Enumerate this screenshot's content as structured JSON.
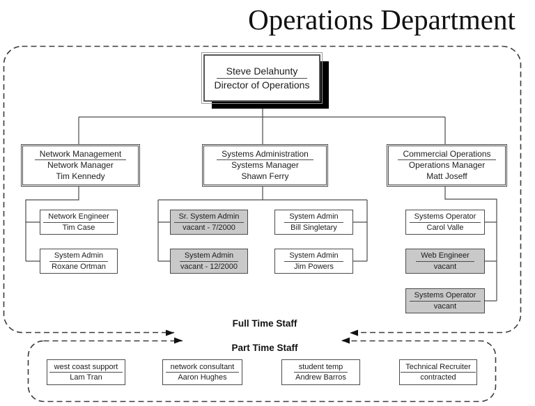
{
  "page_title": "Operations Department",
  "org": {
    "director": {
      "name": "Steve Delahunty",
      "title": "Director of Operations"
    },
    "groups": [
      {
        "title": "Network Management",
        "manager_title": "Network Manager",
        "manager_name": "Tim Kennedy",
        "staff": [
          {
            "title": "Network Engineer",
            "name": "Tim Case",
            "vacant": false
          },
          {
            "title": "System Admin",
            "name": "Roxane Ortman",
            "vacant": false
          }
        ]
      },
      {
        "title": "Systems Administration",
        "manager_title": "Systems Manager",
        "manager_name": "Shawn Ferry",
        "staff": [
          {
            "title": "Sr. System Admin",
            "name": "vacant - 7/2000",
            "vacant": true
          },
          {
            "title": "System Admin",
            "name": "vacant - 12/2000",
            "vacant": true
          },
          {
            "title": "System Admin",
            "name": "Bill Singletary",
            "vacant": false
          },
          {
            "title": "System Admin",
            "name": "Jim Powers",
            "vacant": false
          }
        ]
      },
      {
        "title": "Commercial Operations",
        "manager_title": "Operations Manager",
        "manager_name": "Matt Joseff",
        "staff": [
          {
            "title": "Systems Operator",
            "name": "Carol Valle",
            "vacant": false
          },
          {
            "title": "Web Engineer",
            "name": "vacant",
            "vacant": true
          },
          {
            "title": "Systems Operator",
            "name": "vacant",
            "vacant": true
          }
        ]
      }
    ],
    "full_time_label": "Full Time Staff",
    "part_time_label": "Part Time Staff",
    "part_time_staff": [
      {
        "title": "west coast support",
        "name": "Lam Tran"
      },
      {
        "title": "network consultant",
        "name": "Aaron Hughes"
      },
      {
        "title": "student temp",
        "name": "Andrew Barros"
      },
      {
        "title": "Technical Recruiter",
        "name": "contracted"
      }
    ]
  },
  "colors": {
    "line": "#4a4a4a",
    "vacant_fill": "#c9c9c9",
    "shadow": "#000000",
    "background": "#ffffff"
  }
}
